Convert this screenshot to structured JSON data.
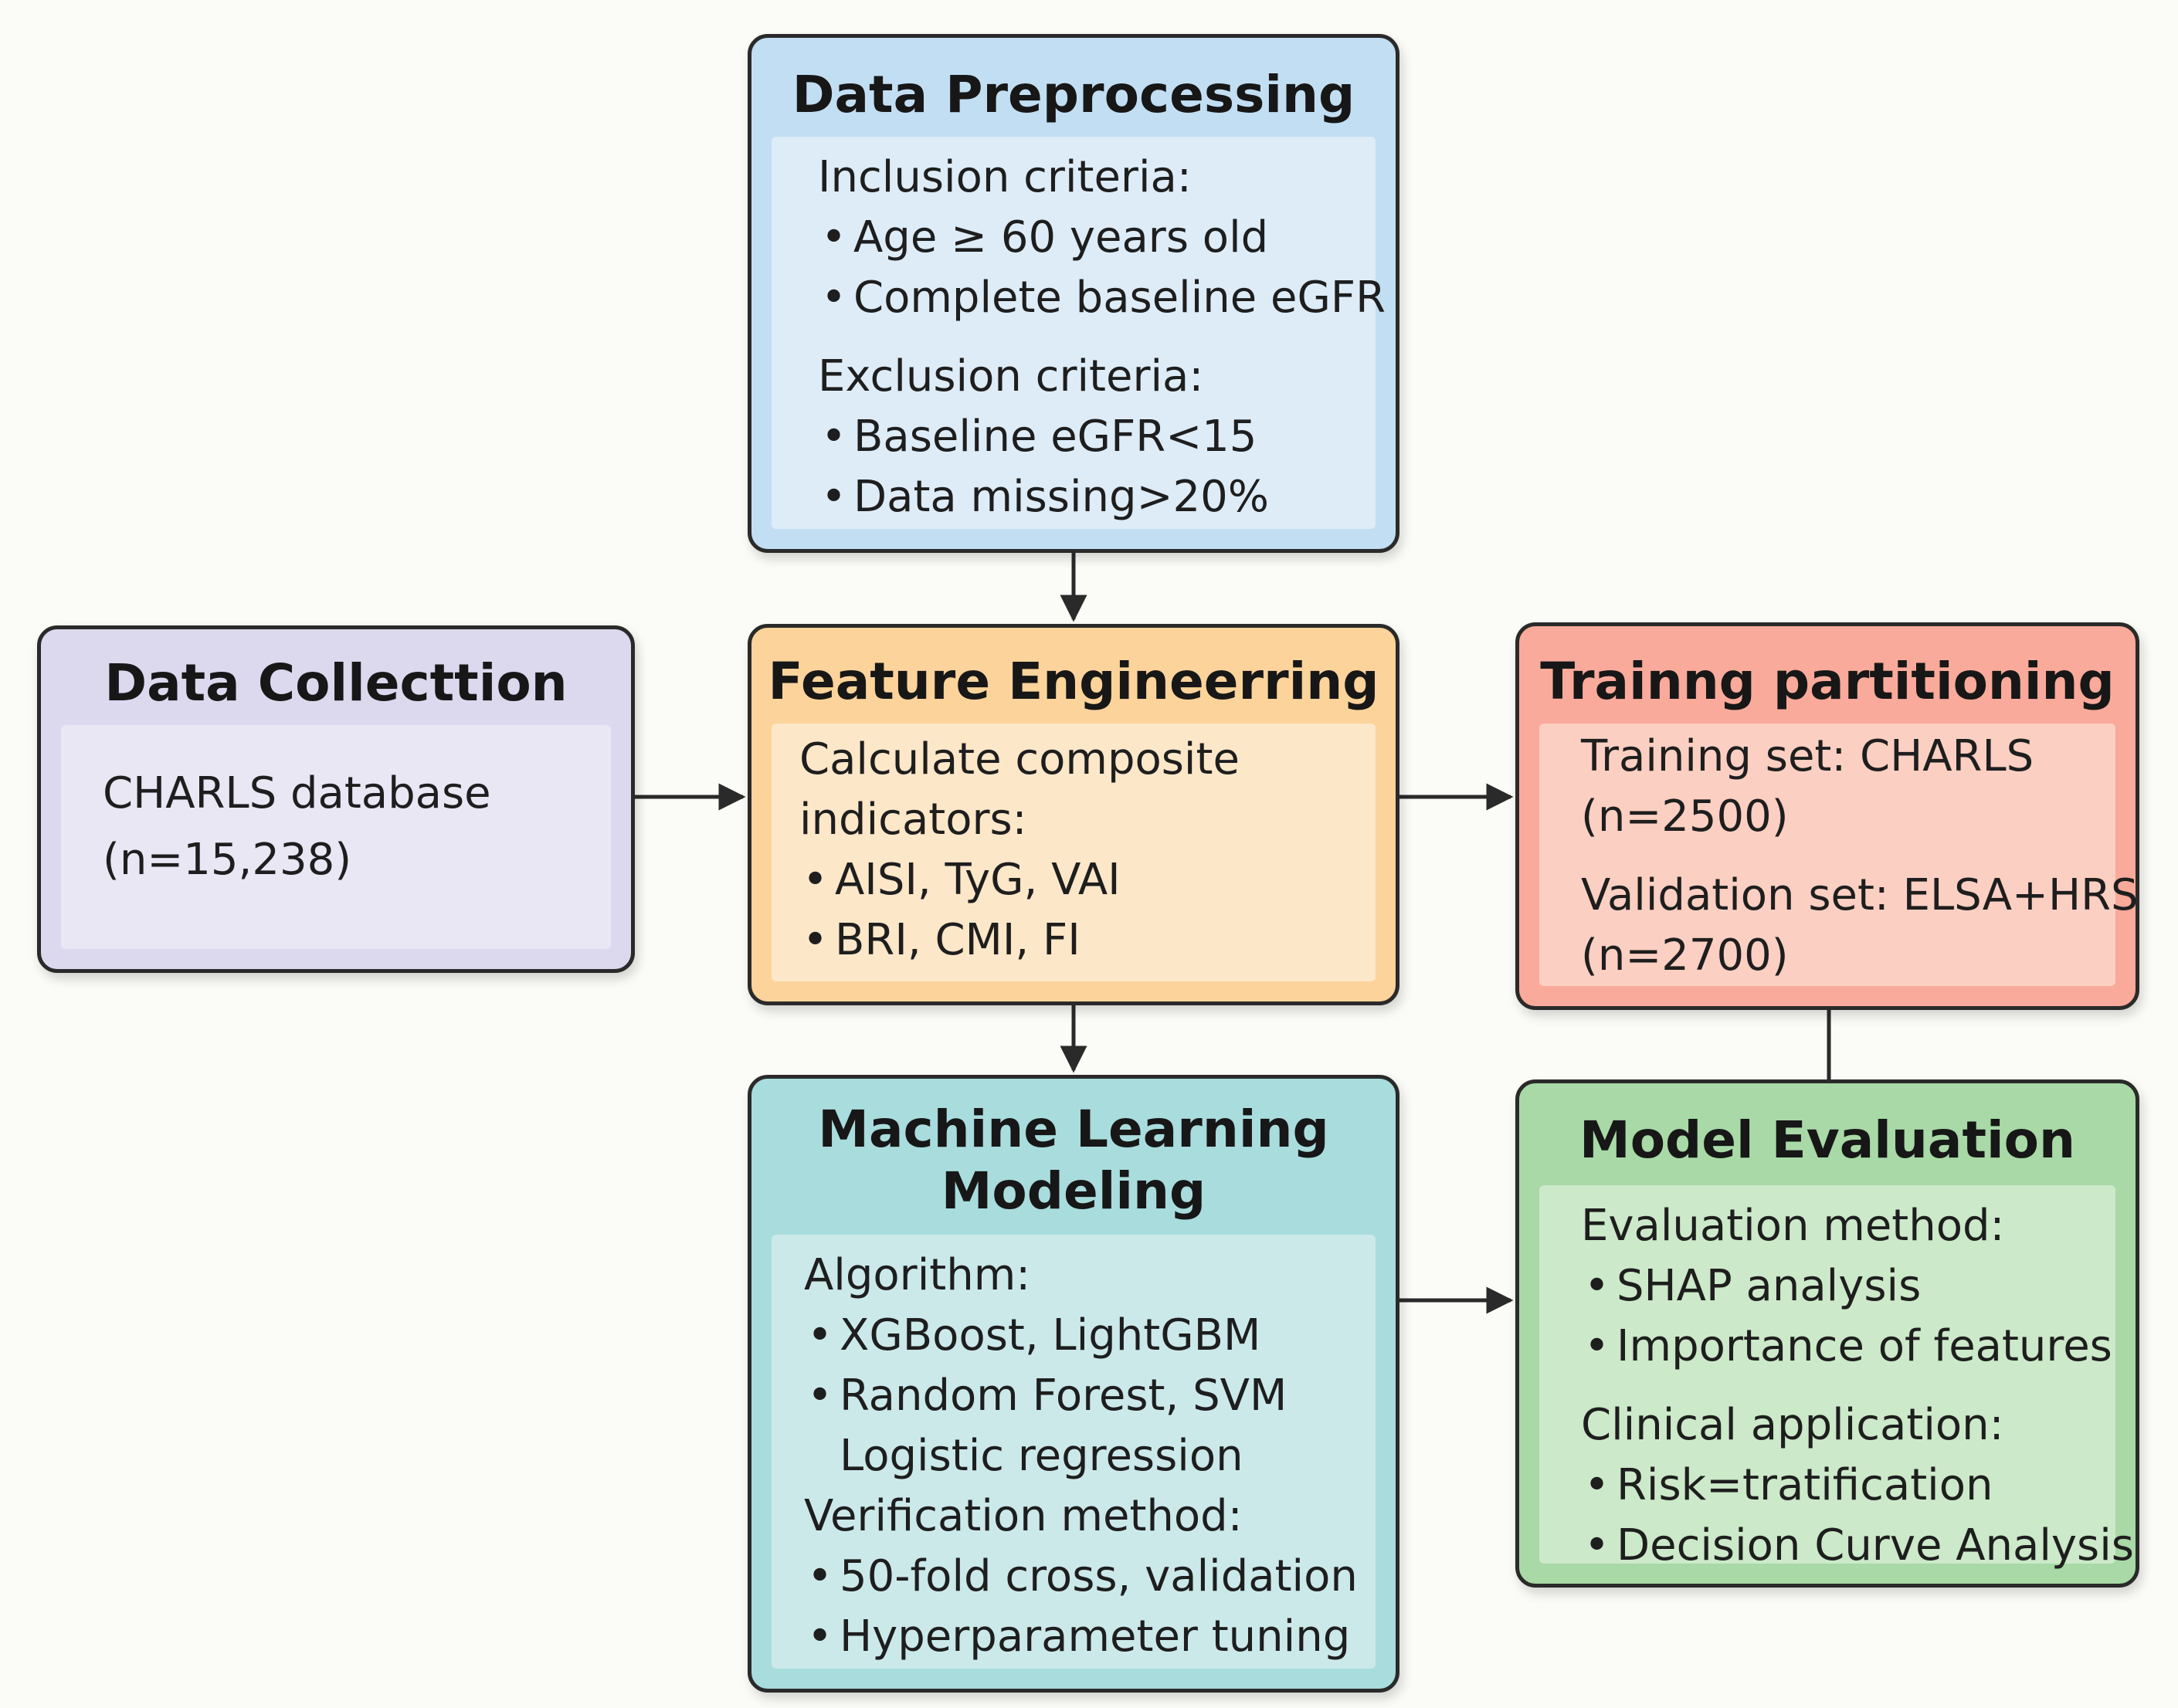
{
  "boxes": {
    "preprocessing": {
      "title": "Data Preprocessing",
      "inclusion_heading": "Inclusion criteria:",
      "inclusion_items": [
        "Age ≥ 60 years old",
        "Complete baseline eGFR"
      ],
      "exclusion_heading": "Exclusion criteria:",
      "exclusion_items": [
        "Baseline eGFR<15",
        "Data missing>20%"
      ]
    },
    "collection": {
      "title": "Data Collecttion",
      "lines": [
        "CHARLS database",
        "(n=15,238)"
      ]
    },
    "feature": {
      "title": "Feature Engineerring",
      "lines": [
        "Calculate composite",
        "indicators:"
      ],
      "items": [
        "AISI, TyG, VAI",
        "BRI, CMI, FI"
      ]
    },
    "training": {
      "title": "Trainng partitioning",
      "training_lines": [
        "Training set: CHARLS",
        "(n=2500)"
      ],
      "validation_lines": [
        "Validation set: ELSA+HRS",
        "(n=2700)"
      ]
    },
    "ml": {
      "title_lines": [
        "Machine Learning",
        "Modeling"
      ],
      "algorithm_heading": "Algorithm:",
      "algorithm_items": [
        "XGBoost, LightGBM",
        "Random Forest, SVM"
      ],
      "algorithm_continuation": "Logistic regression",
      "verification_heading": "Verification method:",
      "verification_items": [
        "50-fold cross, validation",
        "Hyperparameter tuning"
      ]
    },
    "evaluation": {
      "title": "Model Evaluation",
      "method_heading": "Evaluation method:",
      "method_items": [
        "SHAP analysis",
        "Importance of features"
      ],
      "clinical_heading": "Clinical application:",
      "clinical_items": [
        "Risk=tratification",
        "Decision Curve Analysis"
      ]
    }
  },
  "colors": {
    "preprocessing": "#c2def3",
    "collection": "#dcd8ee",
    "feature": "#fcd39a",
    "training": "#f9aa9a",
    "ml": "#a9dcdd",
    "evaluation": "#a8d9a6",
    "border": "#2a2a2a"
  }
}
